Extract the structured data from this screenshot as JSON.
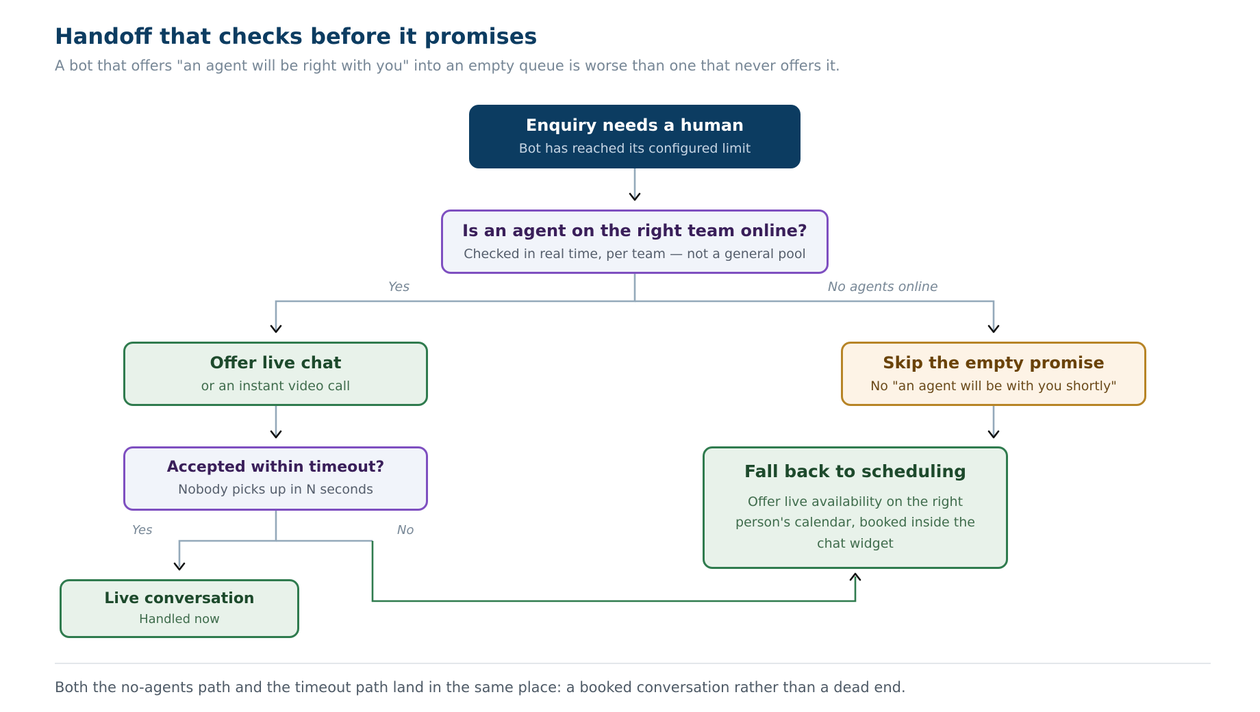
{
  "header": {
    "title": "Handoff that checks before it promises",
    "subtitle": "A bot that offers \"an agent will be right with you\" into an empty queue is worse than one that never offers it."
  },
  "nodes": {
    "enquiry": {
      "title": "Enquiry needs a human",
      "subtitle": "Bot has reached its configured limit"
    },
    "agent_online": {
      "title": "Is an agent on the right team online?",
      "subtitle": "Checked in real time, per team — not a general pool"
    },
    "offer_chat": {
      "title": "Offer live chat",
      "subtitle": "or an instant video call"
    },
    "skip_promise": {
      "title": "Skip the empty promise",
      "subtitle": "No \"an agent will be with you shortly\""
    },
    "accepted": {
      "title": "Accepted within timeout?",
      "subtitle": "Nobody picks up in N seconds"
    },
    "scheduling": {
      "title": "Fall back to scheduling",
      "subtitle": "Offer live availability on the right person's calendar, booked inside the chat widget"
    },
    "live": {
      "title": "Live conversation",
      "subtitle": "Handled now"
    }
  },
  "edge_labels": {
    "online_yes": "Yes",
    "online_no": "No agents online",
    "accepted_yes": "Yes",
    "accepted_no": "No"
  },
  "footer": {
    "note": "Both the no-agents path and the timeout path land in the same place: a booked conversation rather than a dead end."
  },
  "colors": {
    "dark_node": "#0c3c61",
    "decision_border": "#7e4fc0",
    "green_border": "#2f7b4e",
    "amber_border": "#b78426",
    "connector": "#94a9ba",
    "fallback_path": "#2f7b4e"
  }
}
